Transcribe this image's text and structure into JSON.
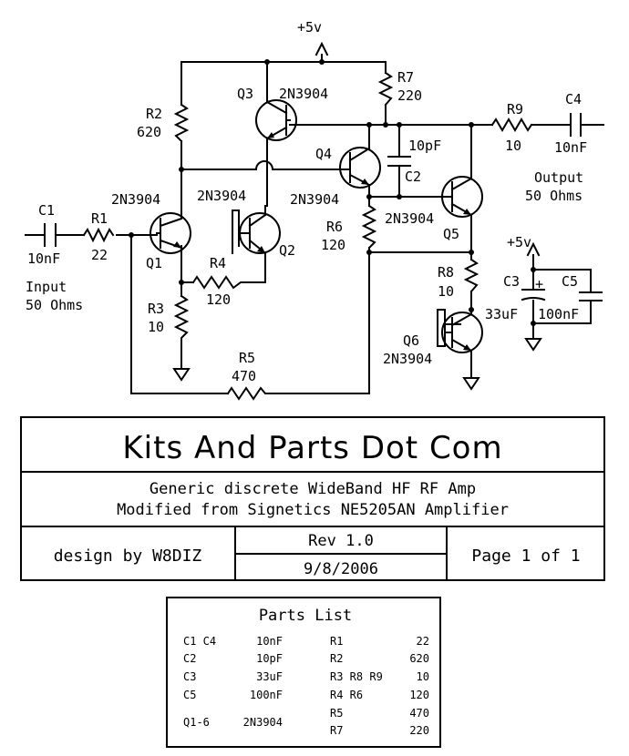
{
  "supply": {
    "top": "+5v",
    "c3": "+5v"
  },
  "components": {
    "c1": {
      "ref": "C1",
      "value": "10nF"
    },
    "r1": {
      "ref": "R1",
      "value": "22"
    },
    "r2": {
      "ref": "R2",
      "value": "620"
    },
    "r3": {
      "ref": "R3",
      "value": "10"
    },
    "r4": {
      "ref": "R4",
      "value": "120"
    },
    "r5": {
      "ref": "R5",
      "value": "470"
    },
    "r6": {
      "ref": "R6",
      "value": "120"
    },
    "r7": {
      "ref": "R7",
      "value": "220"
    },
    "r8": {
      "ref": "R8",
      "value": "10"
    },
    "r9": {
      "ref": "R9",
      "value": "10"
    },
    "c2": {
      "ref": "C2",
      "value": "10pF"
    },
    "c3": {
      "ref": "C3",
      "value": "33uF"
    },
    "c4": {
      "ref": "C4",
      "value": "10nF"
    },
    "c5": {
      "ref": "C5",
      "value": "100nF"
    },
    "q1": {
      "ref": "Q1",
      "type": "2N3904"
    },
    "q2": {
      "ref": "Q2",
      "type": "2N3904"
    },
    "q3": {
      "ref": "Q3",
      "type": "2N3904"
    },
    "q4": {
      "ref": "Q4",
      "type": "2N3904"
    },
    "q5": {
      "ref": "Q5",
      "type": "2N3904"
    },
    "q6": {
      "ref": "Q6",
      "type": "2N3904"
    },
    "c3_plus": "+"
  },
  "ports": {
    "input": {
      "line1": "Input",
      "line2": "50 Ohms"
    },
    "output": {
      "line1": "Output",
      "line2": "50 Ohms"
    }
  },
  "title_block": {
    "company": "Kits And Parts Dot Com",
    "subtitle1": "Generic discrete WideBand HF RF Amp",
    "subtitle2": "Modified from Signetics NE5205AN Amplifier",
    "designer": "design by W8DIZ",
    "rev": "Rev 1.0",
    "date": "9/8/2006",
    "page": "Page 1 of 1"
  },
  "parts_list": {
    "title": "Parts List",
    "left": [
      {
        "ref": "C1 C4",
        "value": "10nF"
      },
      {
        "ref": "C2",
        "value": "10pF"
      },
      {
        "ref": "C3",
        "value": "33uF"
      },
      {
        "ref": "C5",
        "value": "100nF"
      },
      {
        "ref": "Q1-6",
        "value": "2N3904"
      }
    ],
    "right": [
      {
        "ref": "R1",
        "value": "22"
      },
      {
        "ref": "R2",
        "value": "620"
      },
      {
        "ref": "R3 R8 R9",
        "value": "10"
      },
      {
        "ref": "R4 R6",
        "value": "120"
      },
      {
        "ref": "R5",
        "value": "470"
      },
      {
        "ref": "R7",
        "value": "220"
      }
    ]
  }
}
